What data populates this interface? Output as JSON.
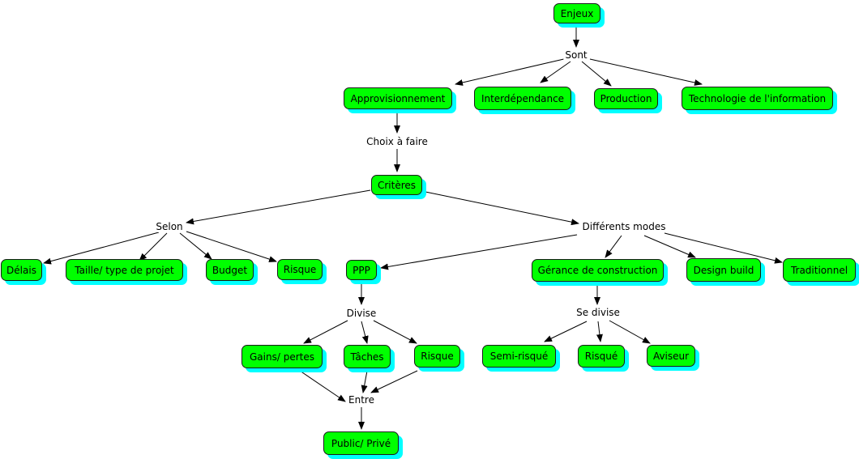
{
  "concepts": {
    "enjeux": "Enjeux",
    "approvisionnement": "Approvisionnement",
    "interdependance": "Interdépendance",
    "production": "Production",
    "technologie": "Technologie de l'information",
    "criteres": "Critères",
    "delais": "Délais",
    "taille": "Taille/ type de projet",
    "budget": "Budget",
    "risque_selon": "Risque",
    "ppp": "PPP",
    "gerance": "Gérance de construction",
    "design_build": "Design build",
    "traditionnel": "Traditionnel",
    "gains": "Gains/ pertes",
    "taches": "Tâches",
    "risque_ppp": "Risque",
    "public_prive": "Public/ Privé",
    "semi_risque": "Semi-risqué",
    "risque_gerance": "Risqué",
    "aviseur": "Aviseur"
  },
  "links": {
    "sont": "Sont",
    "choix": "Choix à faire",
    "selon": "Selon",
    "modes": "Différents modes",
    "divise": "Divise",
    "entre": "Entre",
    "se_divise": "Se divise"
  },
  "colors": {
    "node_fill": "#00ff00",
    "node_shadow": "#00ffff",
    "arrow": "#000000"
  }
}
